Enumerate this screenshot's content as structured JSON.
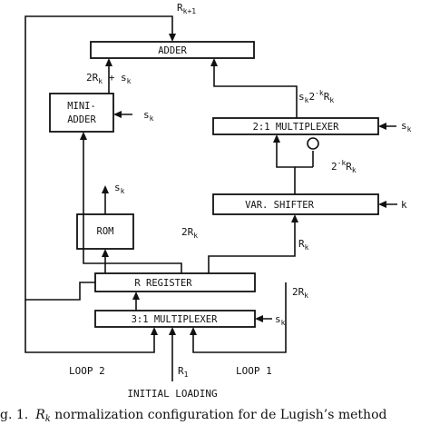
{
  "blocks": {
    "adder": "ADDER",
    "mini_adder_line1": "MINI-",
    "mini_adder_line2": "ADDER",
    "multiplexer_2_1": "2:1 MULTIPLEXER",
    "var_shifter": "VAR. SHIFTER",
    "rom": "ROM",
    "r_register": "R REGISTER",
    "multiplexer_3_1": "3:1 MULTIPLEXER"
  },
  "signals": {
    "r_k_plus_1": {
      "base": "R",
      "sub": "k+1"
    },
    "two_rk_plus_sk": {
      "p1": "2R",
      "p1sub": "k",
      "p2": " + s",
      "p2sub": "k"
    },
    "sk_mini": {
      "base": "s",
      "sub": "k"
    },
    "sk_2k_rk": {
      "p1": "s",
      "p1sub": "k",
      "p2": "2",
      "p2sup": "-k",
      "p3": "R",
      "p3sub": "k"
    },
    "sk_mux2": {
      "base": "s",
      "sub": "k"
    },
    "two_k_rk": {
      "p1": "2",
      "p1sup": "-k",
      "p2": "R",
      "p2sub": "k"
    },
    "k_shift": "k",
    "sk_rom": {
      "base": "s",
      "sub": "k"
    },
    "two_rk_mid": {
      "base": "2R",
      "sub": "k"
    },
    "rk_shifter": {
      "base": "R",
      "sub": "k"
    },
    "two_rk_right": {
      "base": "2R",
      "sub": "k"
    },
    "sk_mux3": {
      "base": "s",
      "sub": "k"
    },
    "r1": {
      "base": "R",
      "sub": "1"
    }
  },
  "loops": {
    "loop2": "LOOP 2",
    "loop1": "LOOP 1"
  },
  "initial_loading": "INITIAL LOADING",
  "caption": {
    "prefix": "g. 1.",
    "var": "R",
    "var_sub": "k",
    "text": " normalization configuration for de Lugish’s method"
  }
}
